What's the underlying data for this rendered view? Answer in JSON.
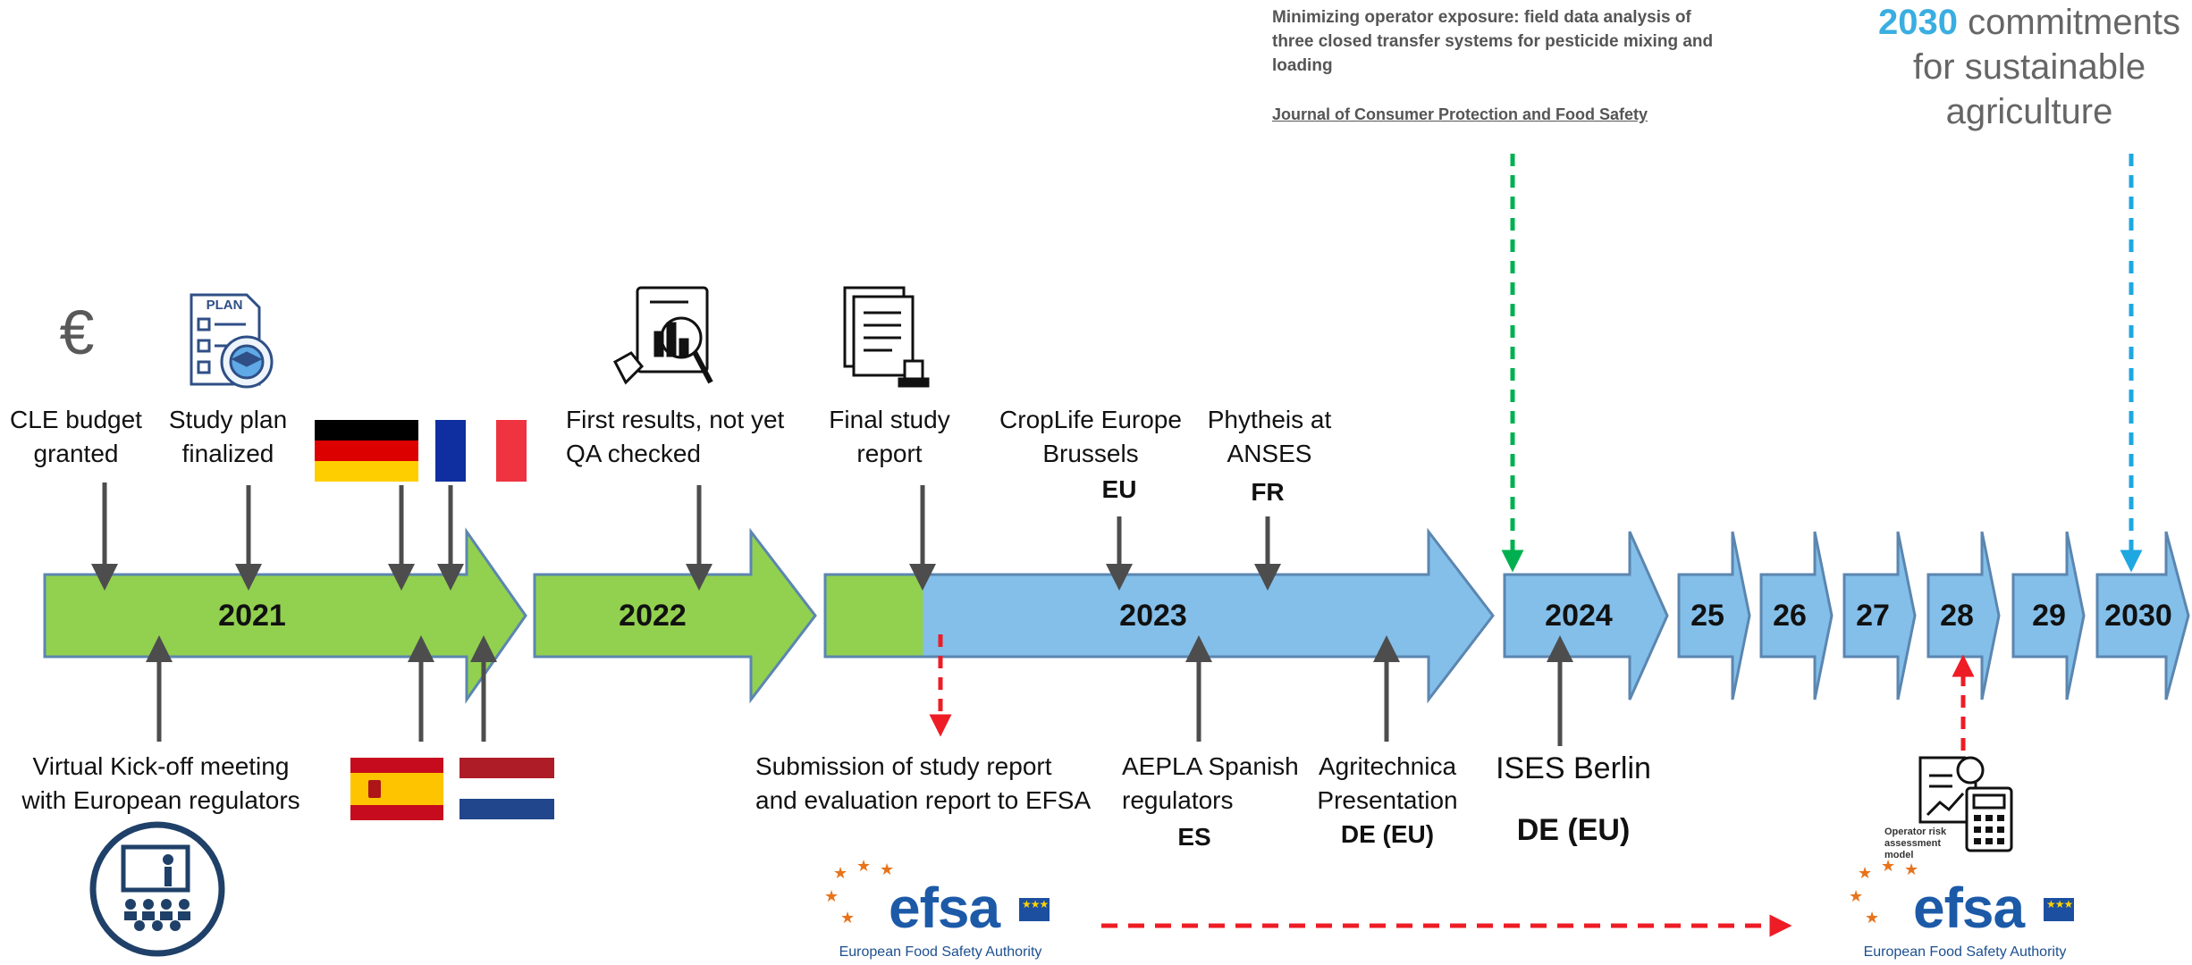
{
  "timeline": {
    "years": [
      "2021",
      "2022",
      "2023",
      "2024",
      "25",
      "26",
      "27",
      "28",
      "29",
      "2030"
    ]
  },
  "above": {
    "cle_budget": "CLE budget\ngranted",
    "study_plan": "Study plan\nfinalized",
    "first_results": "First results, not yet\nQA checked",
    "final_report": "Final  study\nreport",
    "croplife": "CropLife Europe\nBrussels",
    "croplife_code": "EU",
    "phytheis": "Phytheis at\nANSES",
    "phytheis_code": "FR"
  },
  "below": {
    "kickoff": "Virtual Kick-off  meeting\nwith  European regulators",
    "submission": "Submission of study  report\nand evaluation report to EFSA",
    "aepla": "AEPLA Spanish\nregulators",
    "aepla_code": "ES",
    "agritechnica": "Agritechnica\nPresentation",
    "agritechnica_code": "DE (EU)",
    "ises": "ISES Berlin",
    "ises_code": "DE (EU)"
  },
  "publication": {
    "title": "Minimizing operator exposure: field data analysis of three closed transfer systems for pesticide mixing and loading",
    "journal": "Journal of Consumer Protection and Food Safety"
  },
  "commitments": {
    "year": "2030",
    "rest_line1": " commitments",
    "line2": "for sustainable",
    "line3": "agriculture"
  },
  "icons": {
    "euro": "€",
    "plan_label": "PLAN",
    "operator_model": "Operator risk\nassessment\nmodel"
  },
  "efsa": {
    "word": "efsa",
    "subtitle": "European Food Safety Authority"
  },
  "colors": {
    "green": "#92d050",
    "blue": "#83bfe9",
    "outline": "#5b86b0",
    "pointer": "#4d4d4d",
    "red": "#ee1c25",
    "green_dash": "#00b050",
    "cyan_dash": "#1ea7e1"
  }
}
